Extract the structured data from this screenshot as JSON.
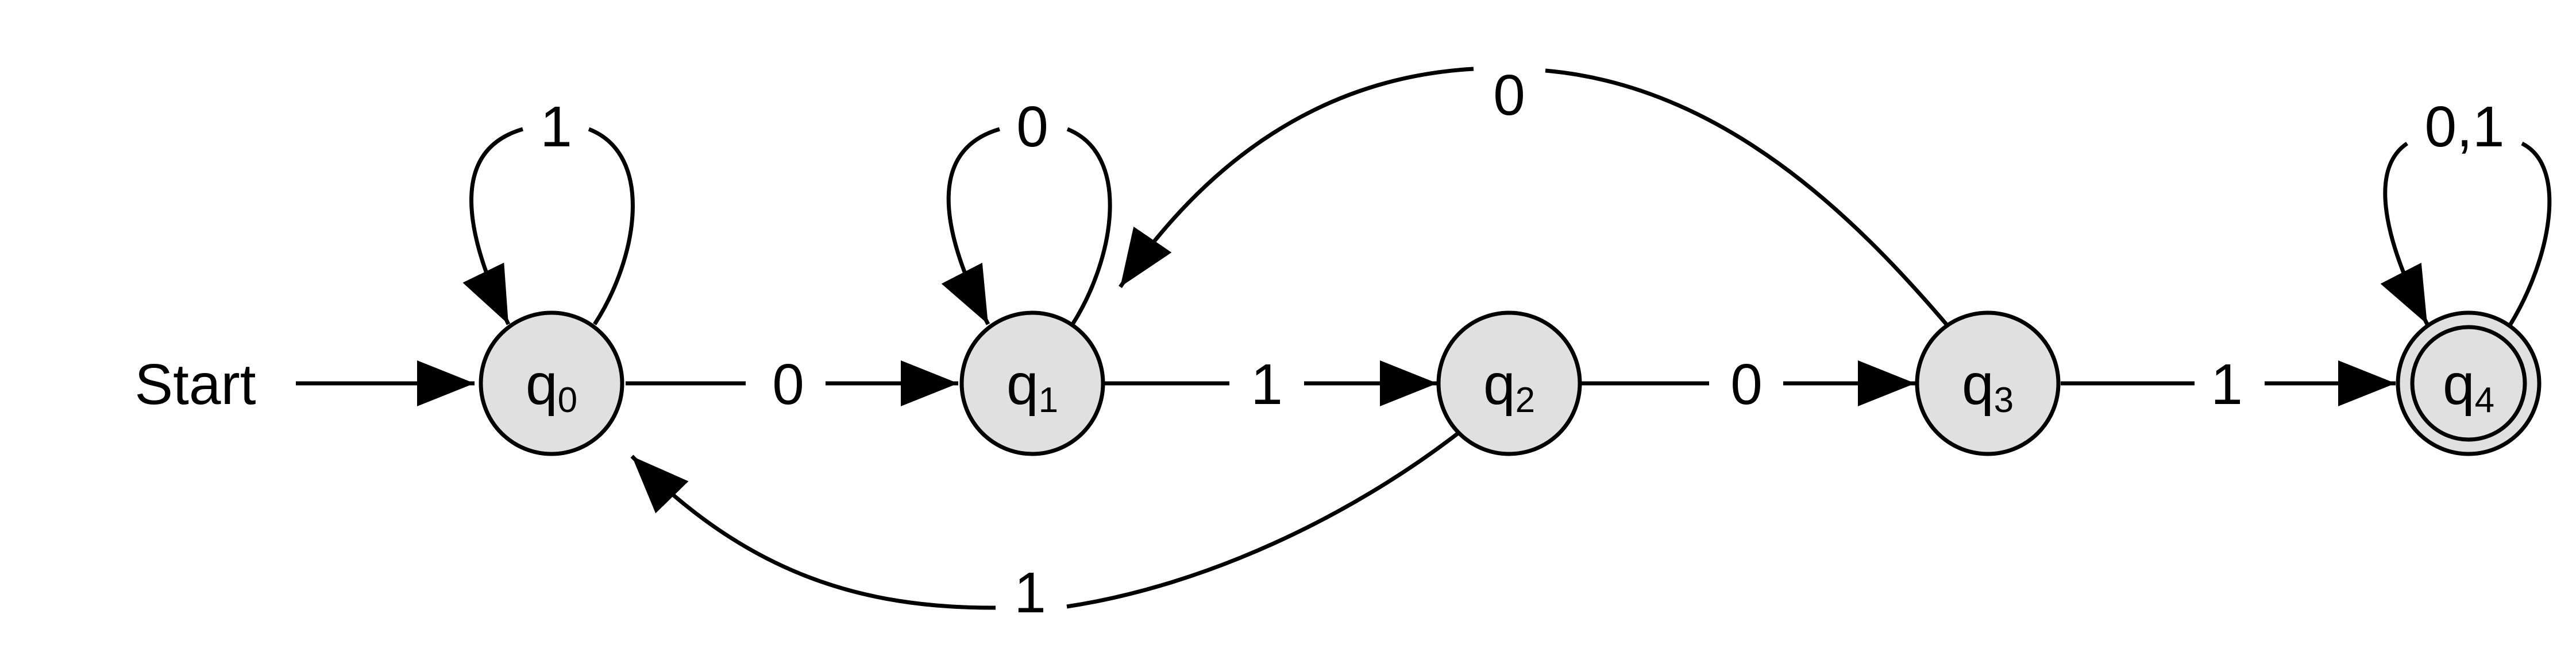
{
  "start_label": "Start",
  "states": [
    {
      "id": "q0",
      "letter": "q",
      "sub": "0",
      "accepting": false
    },
    {
      "id": "q1",
      "letter": "q",
      "sub": "1",
      "accepting": false
    },
    {
      "id": "q2",
      "letter": "q",
      "sub": "2",
      "accepting": false
    },
    {
      "id": "q3",
      "letter": "q",
      "sub": "3",
      "accepting": false
    },
    {
      "id": "q4",
      "letter": "q",
      "sub": "4",
      "accepting": true
    }
  ],
  "transitions": [
    {
      "from": "q0",
      "to": "q0",
      "symbol": "1"
    },
    {
      "from": "q0",
      "to": "q1",
      "symbol": "0"
    },
    {
      "from": "q1",
      "to": "q1",
      "symbol": "0"
    },
    {
      "from": "q1",
      "to": "q2",
      "symbol": "1"
    },
    {
      "from": "q2",
      "to": "q3",
      "symbol": "0"
    },
    {
      "from": "q3",
      "to": "q4",
      "symbol": "1"
    },
    {
      "from": "q3",
      "to": "q1",
      "symbol": "0"
    },
    {
      "from": "q2",
      "to": "q0",
      "symbol": "1"
    },
    {
      "from": "q4",
      "to": "q4",
      "symbol": "0,1"
    }
  ],
  "colors": {
    "state_fill": "#e0e0e0",
    "stroke": "#000000",
    "background": "#ffffff"
  }
}
